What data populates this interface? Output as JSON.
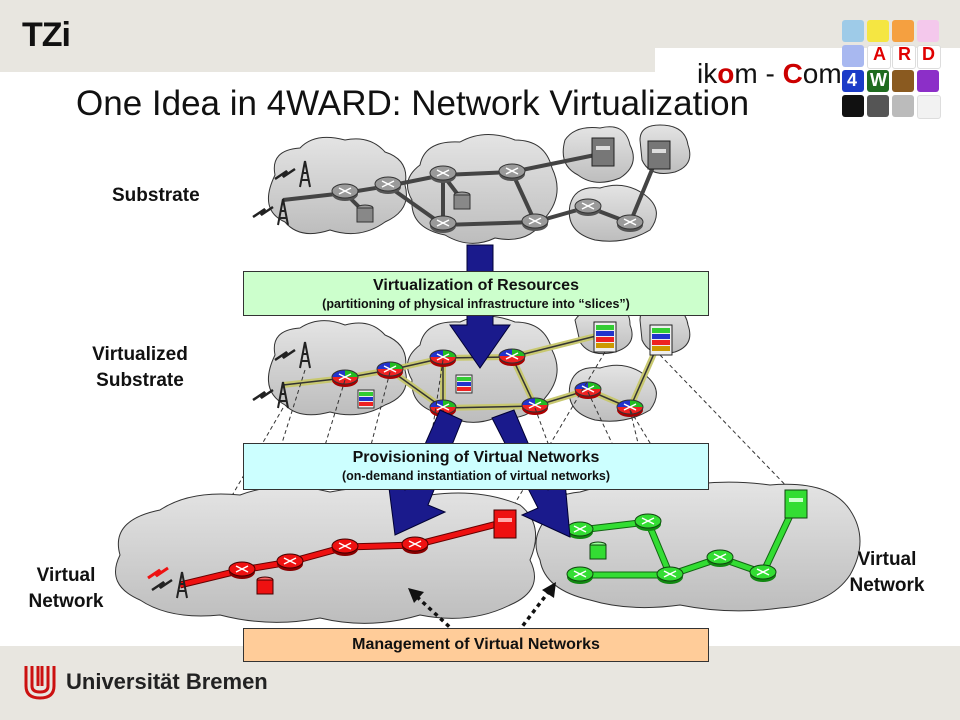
{
  "header": {
    "logo_text": "TZi",
    "ikom_prefix": "ik",
    "ikom_o": "o",
    "ikom_mid": "m - ",
    "ikom_c": "C",
    "ikom_suffix": "om"
  },
  "title": "One Idea in 4WARD: Network Virtualization",
  "logo_4ward": {
    "letters": [
      "A",
      "R",
      "D",
      "4",
      "W"
    ]
  },
  "labels": {
    "substrate": "Substrate",
    "virtualized_line1": "Virtualized",
    "virtualized_line2": "Substrate",
    "virtual_network_left_line1": "Virtual",
    "virtual_network_left_line2": "Network",
    "virtual_network_right_line1": "Virtual",
    "virtual_network_right_line2": "Network"
  },
  "boxes": {
    "virtualization": {
      "main": "Virtualization of Resources",
      "sub": "(partitioning of physical infrastructure into “slices”)"
    },
    "provisioning": {
      "main": "Provisioning of Virtual Networks",
      "sub": "(on-demand instantiation of virtual networks)"
    },
    "management": {
      "main": "Management of Virtual Networks"
    }
  },
  "footer": {
    "university": "Universität Bremen"
  },
  "colors": {
    "virtualization_box": "#ccffcc",
    "provisioning_box": "#ccffff",
    "management_box": "#ffcc99",
    "arrow": "#1a1a8c",
    "red_network": "#ee1111",
    "green_network": "#33dd33"
  }
}
